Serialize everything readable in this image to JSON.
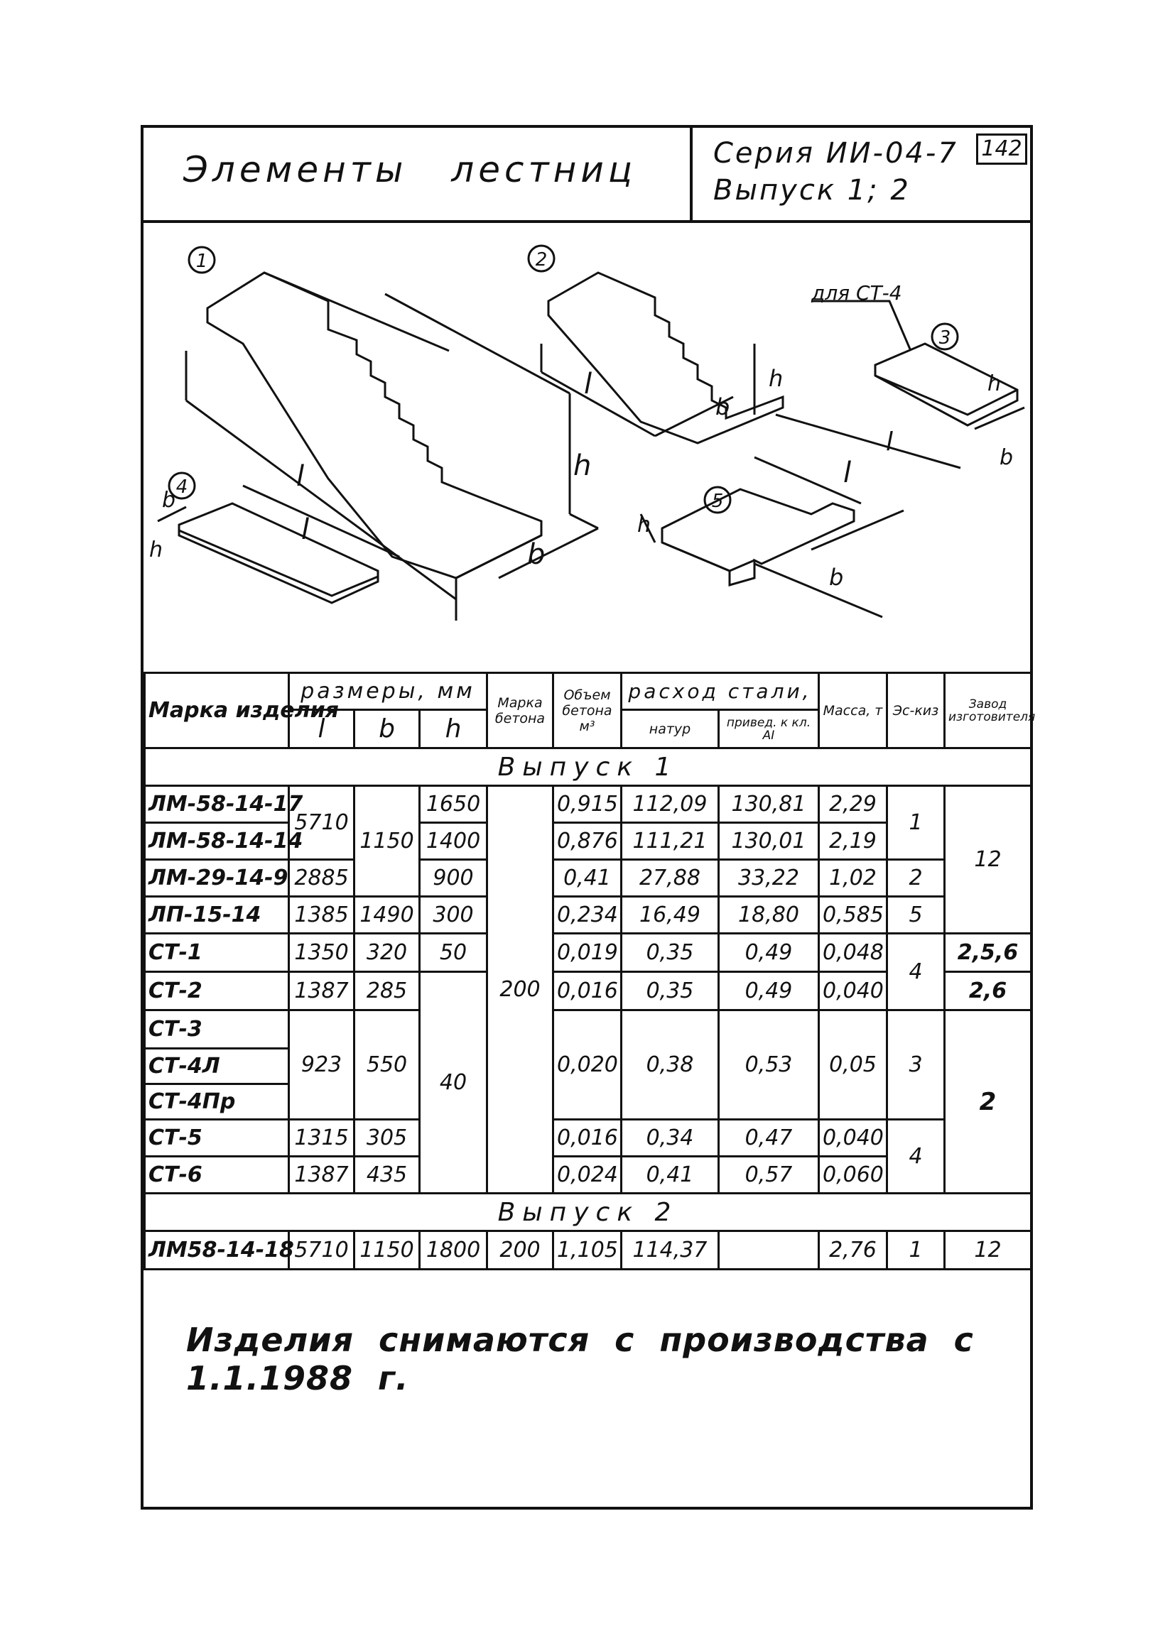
{
  "header": {
    "title": "Элементы лестниц",
    "series_line1": "Серия ИИ-04-7",
    "series_line2": "Выпуск 1; 2",
    "page_number": "142"
  },
  "figure": {
    "callouts": [
      "1",
      "2",
      "3",
      "4",
      "5"
    ],
    "note_label": "для СТ-4",
    "dims": {
      "l": "l",
      "b": "b",
      "h": "h"
    }
  },
  "table": {
    "headers": {
      "mark": "Марка изделия",
      "dimensions": "размеры, мм",
      "concrete_grade": "Марка бетона",
      "volume": "Объем бетона м³",
      "steel": "расход стали,",
      "steel_natural": "натур",
      "steel_reduced": "привед. к кл. AI",
      "mass": "Масса, т",
      "sketch": "Эс-киз",
      "factory": "Завод изготовителя",
      "l": "l",
      "b": "b",
      "h": "h"
    },
    "section1": "Выпуск 1",
    "section2": "Выпуск 2",
    "rows": [
      {
        "mark": "ЛМ-58-14-17",
        "l": "5710",
        "b": "1150",
        "h": "1650",
        "concrete": "200",
        "volume": "0,915",
        "natural": "112,09",
        "reduced": "130,81",
        "mass": "2,29",
        "sketch": "1",
        "factory": "12"
      },
      {
        "mark": "ЛМ-58-14-14",
        "l": "",
        "b": "",
        "h": "1400",
        "concrete": "",
        "volume": "0,876",
        "natural": "111,21",
        "reduced": "130,01",
        "mass": "2,19",
        "sketch": "",
        "factory": ""
      },
      {
        "mark": "ЛМ-29-14-9",
        "l": "2885",
        "b": "",
        "h": "900",
        "concrete": "",
        "volume": "0,41",
        "natural": "27,88",
        "reduced": "33,22",
        "mass": "1,02",
        "sketch": "2",
        "factory": ""
      },
      {
        "mark": "ЛП-15-14",
        "l": "1385",
        "b": "1490",
        "h": "300",
        "concrete": "",
        "volume": "0,234",
        "natural": "16,49",
        "reduced": "18,80",
        "mass": "0,585",
        "sketch": "5",
        "factory": ""
      },
      {
        "mark": "СТ-1",
        "l": "1350",
        "b": "320",
        "h": "50",
        "concrete": "",
        "volume": "0,019",
        "natural": "0,35",
        "reduced": "0,49",
        "mass": "0,048",
        "sketch": "4",
        "factory": "2,5,6"
      },
      {
        "mark": "СТ-2",
        "l": "1387",
        "b": "285",
        "h": "40",
        "concrete": "",
        "volume": "0,016",
        "natural": "0,35",
        "reduced": "0,49",
        "mass": "0,040",
        "sketch": "",
        "factory": "2,6"
      },
      {
        "mark": "СТ-3",
        "l": "923",
        "b": "550",
        "h": "",
        "concrete": "",
        "volume": "0,020",
        "natural": "0,38",
        "reduced": "0,53",
        "mass": "0,05",
        "sketch": "3",
        "factory": "2"
      },
      {
        "mark": "СТ-4Л",
        "l": "",
        "b": "",
        "h": "",
        "concrete": "",
        "volume": "",
        "natural": "",
        "reduced": "",
        "mass": "",
        "sketch": "",
        "factory": ""
      },
      {
        "mark": "СТ-4Пр",
        "l": "",
        "b": "",
        "h": "",
        "concrete": "",
        "volume": "",
        "natural": "",
        "reduced": "",
        "mass": "",
        "sketch": "",
        "factory": ""
      },
      {
        "mark": "СТ-5",
        "l": "1315",
        "b": "305",
        "h": "",
        "concrete": "",
        "volume": "0,016",
        "natural": "0,34",
        "reduced": "0,47",
        "mass": "0,040",
        "sketch": "4",
        "factory": ""
      },
      {
        "mark": "СТ-6",
        "l": "1387",
        "b": "435",
        "h": "",
        "concrete": "",
        "volume": "0,024",
        "natural": "0,41",
        "reduced": "0,57",
        "mass": "0,060",
        "sketch": "",
        "factory": ""
      }
    ],
    "row2": {
      "mark": "ЛМ58-14-18",
      "l": "5710",
      "b": "1150",
      "h": "1800",
      "concrete": "200",
      "volume": "1,105",
      "natural": "114,37",
      "reduced": "",
      "mass": "2,76",
      "sketch": "1",
      "factory": "12"
    }
  },
  "note": "Изделия снимаются с производства с 1.1.1988 г."
}
